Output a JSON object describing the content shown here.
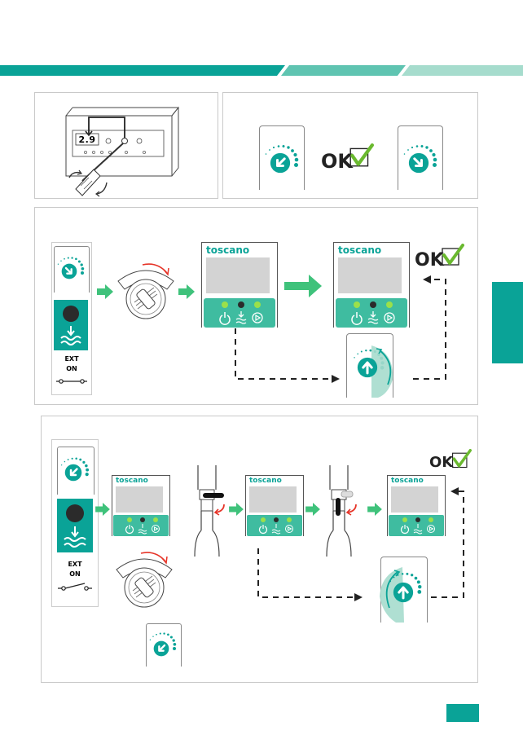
{
  "colors": {
    "teal": "#0aa397",
    "teal_light": "#5fc4b1",
    "teal_pale": "#a6dccd",
    "arrow_green": "#3fc27b",
    "red_arrow": "#e63529",
    "led_green": "#9be04a",
    "led_dark": "#2b2b2b",
    "check_green": "#6ab92f",
    "panel_border": "#c9c9c9"
  },
  "panel1": {
    "display_value": "2.9"
  },
  "panel2": {
    "ok_label": "OK"
  },
  "panel3": {
    "ext_label": "EXT",
    "on_label": "ON",
    "brand": "toscano",
    "brand2": "toscano",
    "ok_label": "OK"
  },
  "panel4": {
    "ext_label": "EXT",
    "on_label": "ON",
    "brand1": "toscano",
    "brand2": "toscano",
    "brand3": "toscano",
    "ok_label": "OK"
  },
  "icons": [
    "dial-arrow-icon",
    "check-icon",
    "power-icon",
    "wave-icon",
    "play-icon",
    "faucet-icon",
    "pressure-switch-icon",
    "screwdriver-icon"
  ]
}
